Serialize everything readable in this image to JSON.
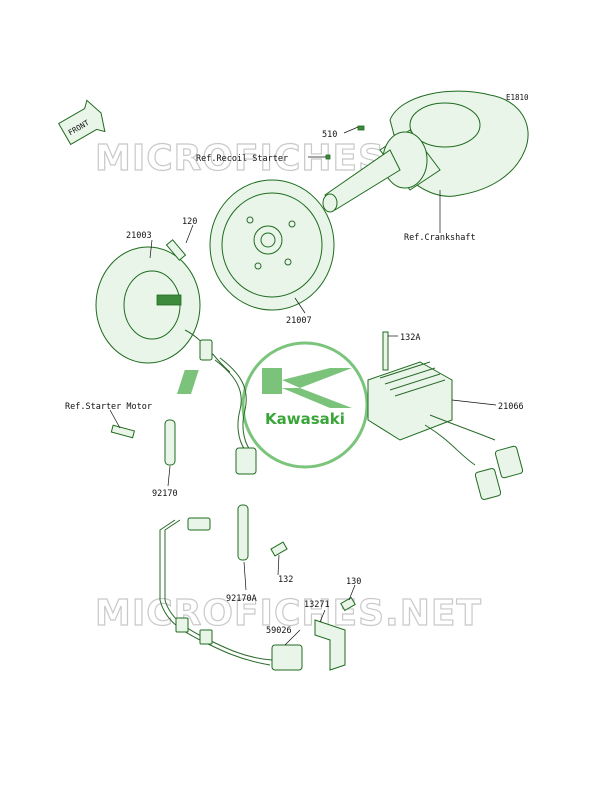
{
  "diagram_code": "E1810",
  "front_arrow_label": "FRONT",
  "watermarks": [
    "MICROFICHES.NET",
    "MICROFICHES.NET"
  ],
  "logo_text": "Kawasaki",
  "labels": {
    "p510": "510",
    "ref_recoil_starter": "Ref.Recoil Starter",
    "ref_crankshaft": "Ref.Crankshaft",
    "p120": "120",
    "p21003": "21003",
    "p21007": "21007",
    "p132a": "132A",
    "p21066": "21066",
    "ref_starter_motor": "Ref.Starter Motor",
    "p92170": "92170",
    "p132": "132",
    "p92170a": "92170A",
    "p130": "130",
    "p13271": "13271",
    "p59026": "59026"
  },
  "colors": {
    "line_art": "#1e6b1e",
    "part_fill": "#eaf5ea",
    "logo_green": "#3aa63a",
    "watermark": "#c9c9c9"
  }
}
